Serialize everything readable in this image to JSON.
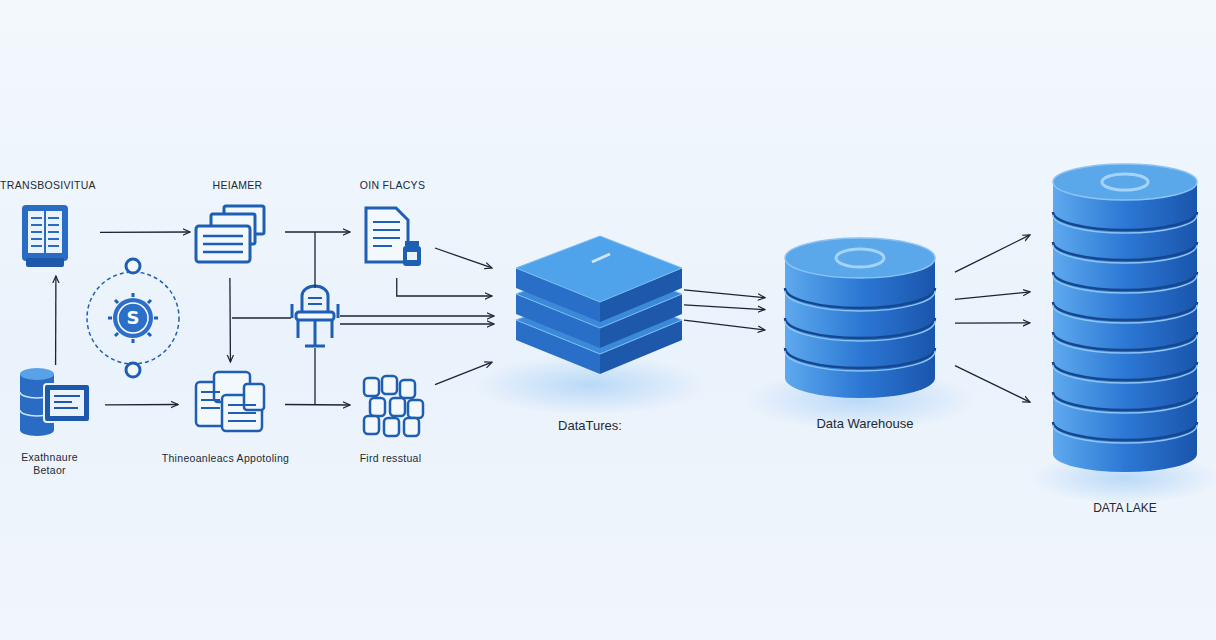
{
  "diagram": {
    "nodes": [
      {
        "text": [
          "TRANSBOSIVITUA"
        ]
      },
      {
        "text": [
          "HEIAMER"
        ]
      },
      {
        "text": [
          "OIN FLACYS"
        ]
      },
      {
        "text": [
          "Exathnaure Betaor"
        ]
      },
      {
        "text": [
          "Thineoanleacs Appotoling"
        ]
      },
      {
        "text": [
          "Fird resstual"
        ]
      },
      {
        "text": [
          "DataTures:"
        ]
      },
      {
        "text": [
          "Data Warehouse"
        ]
      },
      {
        "text": [
          "DATA LAKE"
        ]
      }
    ],
    "edges": [
      {
        "from": 0,
        "to": 1,
        "arrow": "to"
      },
      {
        "from": 3,
        "to": 0,
        "arrow": "to"
      },
      {
        "from": 3,
        "to": 4,
        "arrow": "to"
      },
      {
        "from": 1,
        "to": 4,
        "arrow": "to"
      },
      {
        "from": 1,
        "to": 2,
        "arrow": "to"
      },
      {
        "from": 4,
        "to": 5,
        "arrow": "to"
      },
      {
        "from": 2,
        "to": 6,
        "arrow": "to"
      },
      {
        "from": 2,
        "to": 6,
        "arrow": "to"
      },
      {
        "from": 5,
        "to": 6,
        "arrow": "to"
      },
      {
        "from": 6,
        "to": 7,
        "arrow": "to"
      },
      {
        "from": 6,
        "to": 7,
        "arrow": "to"
      },
      {
        "from": 6,
        "to": 7,
        "arrow": "to"
      },
      {
        "from": 7,
        "to": 8,
        "arrow": "to"
      },
      {
        "from": 7,
        "to": 8,
        "arrow": "to"
      },
      {
        "from": 7,
        "to": 8,
        "arrow": "to"
      },
      {
        "from": 7,
        "to": 8,
        "arrow": "to"
      }
    ],
    "labels": [
      "S"
    ]
  }
}
